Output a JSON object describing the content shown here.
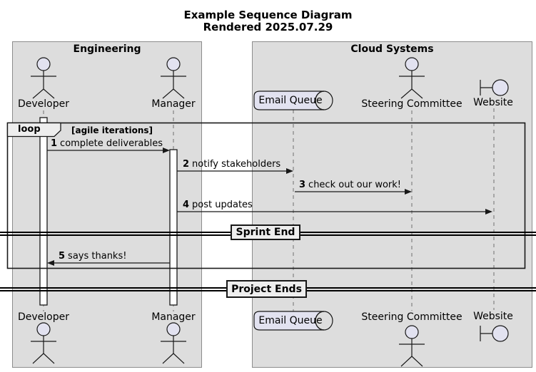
{
  "title": {
    "line1": "Example Sequence Diagram",
    "line2": "Rendered 2025.07.29"
  },
  "boxes": [
    {
      "name": "Engineering"
    },
    {
      "name": "Cloud Systems"
    }
  ],
  "participants": [
    {
      "name": "Developer",
      "type": "actor",
      "box": "Engineering"
    },
    {
      "name": "Manager",
      "type": "actor",
      "box": "Engineering"
    },
    {
      "name": "Email Queue",
      "type": "queue",
      "box": "Cloud Systems"
    },
    {
      "name": "Steering Committee",
      "type": "actor",
      "box": "Cloud Systems"
    },
    {
      "name": "Website",
      "type": "boundary",
      "box": "Cloud Systems"
    }
  ],
  "fragment": {
    "operator": "loop",
    "guard": "[agile iterations]"
  },
  "messages": [
    {
      "num": "1",
      "text": "complete deliverables",
      "from": "Developer",
      "to": "Manager"
    },
    {
      "num": "2",
      "text": "notify stakeholders",
      "from": "Manager",
      "to": "Email Queue"
    },
    {
      "num": "3",
      "text": "check out our work!",
      "from": "Email Queue",
      "to": "Steering Committee"
    },
    {
      "num": "4",
      "text": "post updates",
      "from": "Manager",
      "to": "Website"
    },
    {
      "num": "5",
      "text": "says thanks!",
      "from": "Manager",
      "to": "Developer"
    }
  ],
  "dividers": [
    {
      "label": "Sprint End"
    },
    {
      "label": "Project Ends"
    }
  ],
  "colors": {
    "box_fill": "#dddddd",
    "shape_fill": "#e2e2f0",
    "fragment_fill": "#eeeeee",
    "line": "#181818",
    "background": "#ffffff"
  }
}
